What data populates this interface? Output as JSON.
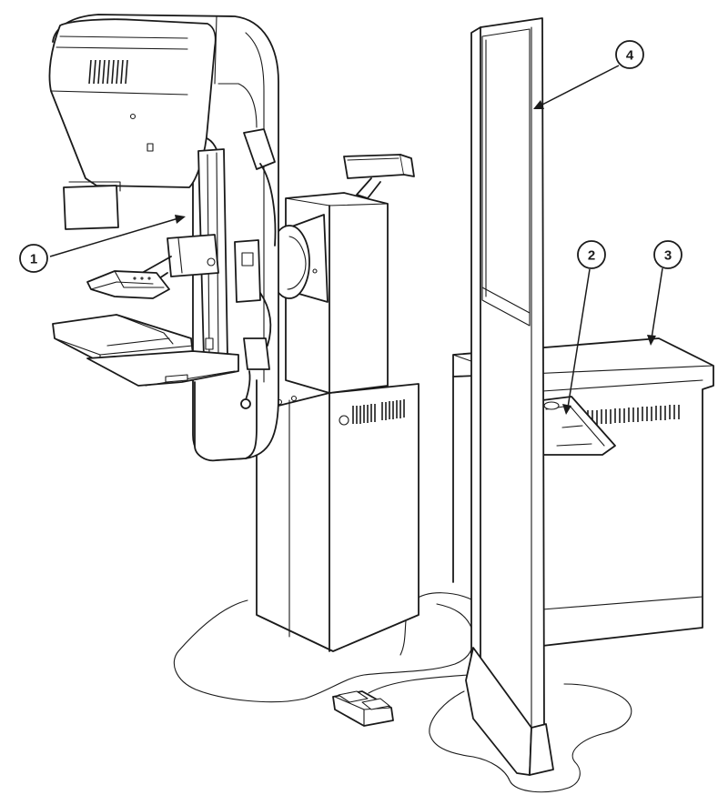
{
  "figure": {
    "callouts": [
      {
        "id": "1",
        "label": "1"
      },
      {
        "id": "2",
        "label": "2"
      },
      {
        "id": "3",
        "label": "3"
      },
      {
        "id": "4",
        "label": "4"
      }
    ]
  },
  "colors": {
    "ink": "#1a1a1a",
    "paper": "#ffffff"
  },
  "icons": [
    "callout-marker",
    "arrowhead"
  ]
}
